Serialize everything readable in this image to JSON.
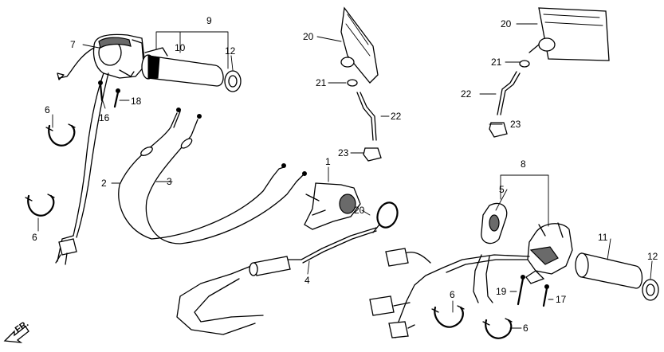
{
  "callouts": {
    "c1": "1",
    "c2": "2",
    "c3": "3",
    "c4": "4",
    "c5": "5",
    "c6a": "6",
    "c6b": "6",
    "c6c": "6",
    "c6d": "6",
    "c7": "7",
    "c8": "8",
    "c9": "9",
    "c10": "10",
    "c11": "11",
    "c12a": "12",
    "c12b": "12",
    "c16": "16",
    "c17": "17",
    "c18": "18",
    "c19": "19",
    "c20a": "20",
    "c20b": "20",
    "c20c": "20",
    "c21a": "21",
    "c21b": "21",
    "c22a": "22",
    "c22b": "22",
    "c23a": "23",
    "c23b": "23"
  },
  "direction_label": "FR."
}
